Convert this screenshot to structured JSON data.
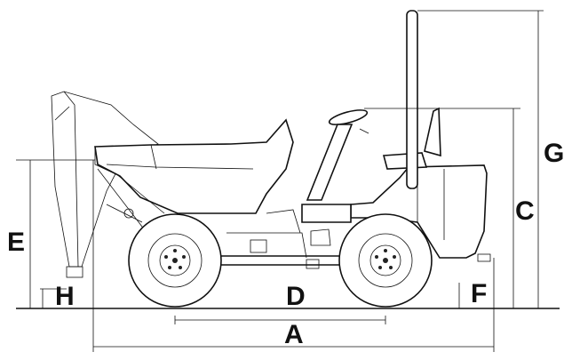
{
  "diagram": {
    "labels": {
      "A": "A",
      "C": "C",
      "D": "D",
      "E": "E",
      "F": "F",
      "G": "G",
      "H": "H"
    }
  }
}
